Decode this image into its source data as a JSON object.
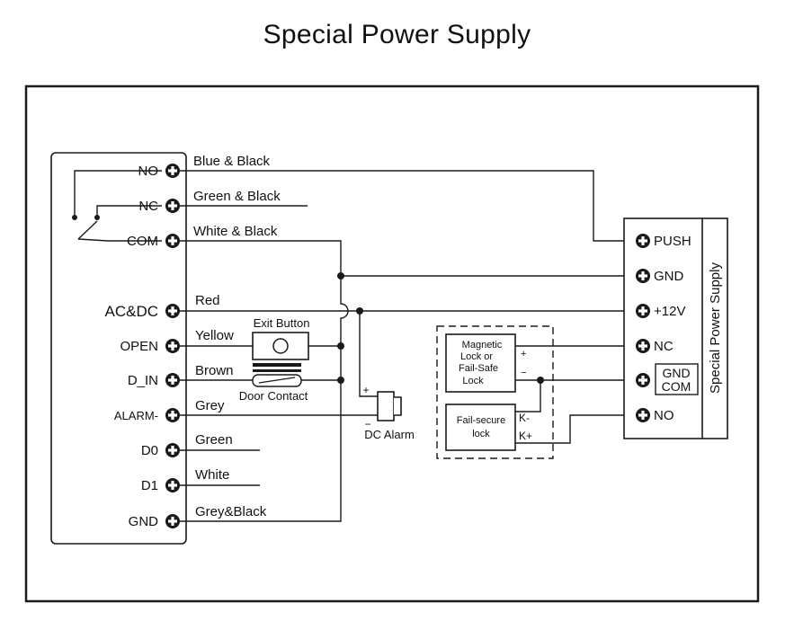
{
  "title": "Special Power Supply",
  "colors": {
    "line": "#1a1a1a",
    "background": "#ffffff"
  },
  "controller": {
    "relay_terminals": [
      "NO",
      "NC",
      "COM"
    ],
    "terminals": [
      "AC&DC",
      "OPEN",
      "D_IN",
      "ALARM-",
      "D0",
      "D1",
      "GND"
    ]
  },
  "wires": {
    "no": "Blue & Black",
    "nc": "Green & Black",
    "com": "White & Black",
    "acdc": "Red",
    "open": "Yellow",
    "din": "Brown",
    "alarm": "Grey",
    "d0": "Green",
    "d1": "White",
    "gnd": "Grey&Black"
  },
  "components": {
    "exit_button": "Exit Button",
    "door_contact": "Door Contact",
    "dc_alarm": "DC Alarm",
    "alarm_plus": "+",
    "alarm_minus": "−",
    "mag_lock_lines": [
      "Magnetic",
      "Lock or",
      "Fail-Safe",
      "Lock"
    ],
    "mag_plus": "+",
    "mag_minus": "−",
    "fail_secure_lines": [
      "Fail-secure",
      "lock"
    ],
    "k_minus": "K-",
    "k_plus": "K+"
  },
  "power_supply": {
    "label": "Special Power Supply",
    "terminals": [
      "PUSH",
      "GND",
      "+12V",
      "NC"
    ],
    "gnd_com": [
      "GND",
      "COM"
    ],
    "no": "NO"
  }
}
